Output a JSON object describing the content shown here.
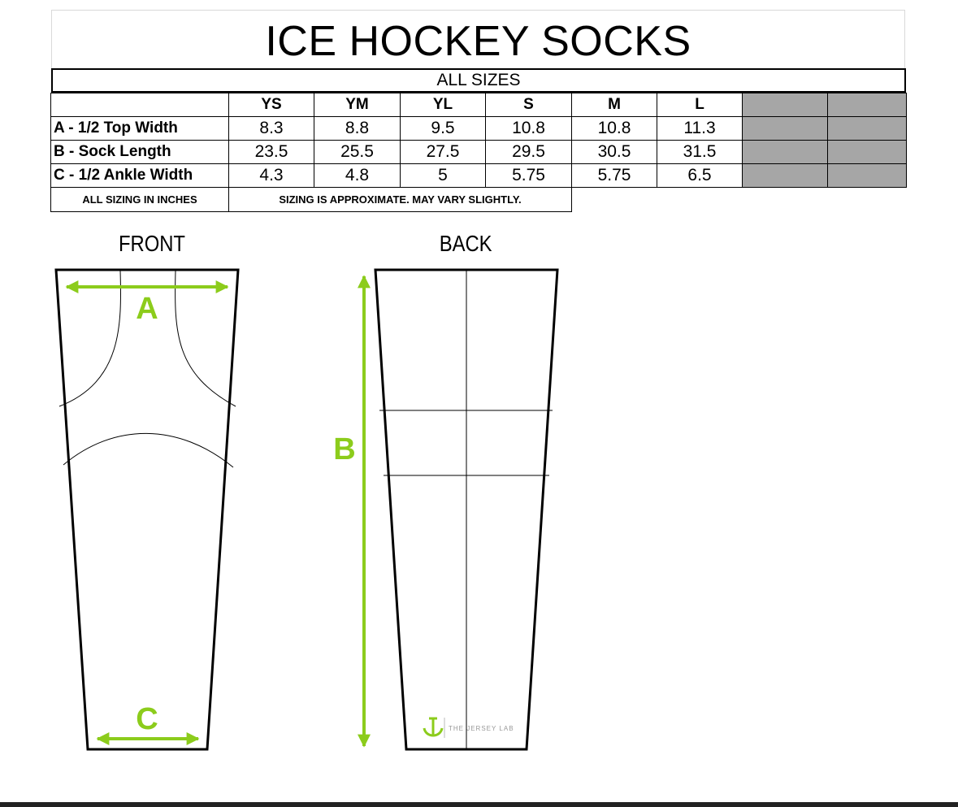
{
  "title": "ICE HOCKEY SOCKS",
  "subtitle": "ALL SIZES",
  "table": {
    "headers": [
      "",
      "YS",
      "YM",
      "YL",
      "S",
      "M",
      "L",
      "",
      ""
    ],
    "rows": [
      {
        "label": "A - 1/2 Top Width",
        "values": [
          "8.3",
          "8.8",
          "9.5",
          "10.8",
          "10.8",
          "11.3"
        ]
      },
      {
        "label": "B - Sock Length",
        "values": [
          "23.5",
          "25.5",
          "27.5",
          "29.5",
          "30.5",
          "31.5"
        ]
      },
      {
        "label": "C - 1/2 Ankle Width",
        "values": [
          "4.3",
          "4.8",
          "5",
          "5.75",
          "5.75",
          "6.5"
        ]
      }
    ],
    "footer_left": "ALL SIZING IN INCHES",
    "footer_right": "SIZING IS APPROXIMATE. MAY VARY SLIGHTLY."
  },
  "front_label": "FRONT",
  "back_label": "BACK",
  "markers": {
    "a": "A",
    "b": "B",
    "c": "C"
  },
  "logo": {
    "text": "THE JERSEY LAB"
  },
  "colors": {
    "accent": "#8ccc1c",
    "outline": "#000000",
    "grey_cell": "#a6a6a6"
  }
}
